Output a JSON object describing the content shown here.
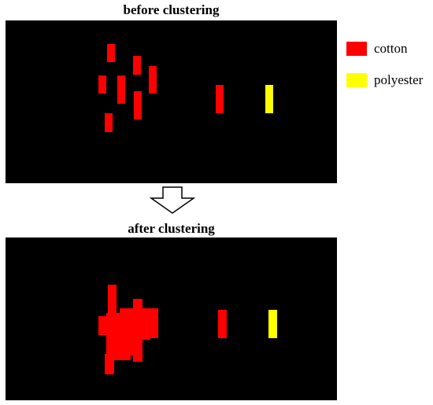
{
  "titles": {
    "before": "before clustering",
    "after": "after clustering"
  },
  "legend": [
    {
      "label": "cotton",
      "color": "#ff0000"
    },
    {
      "label": "polyester",
      "color": "#ffff00"
    }
  ],
  "colors": {
    "background": "#000000",
    "cotton": "#ff0000",
    "polyester": "#ffff00"
  },
  "icons": {
    "transition": "down-arrow-icon"
  }
}
